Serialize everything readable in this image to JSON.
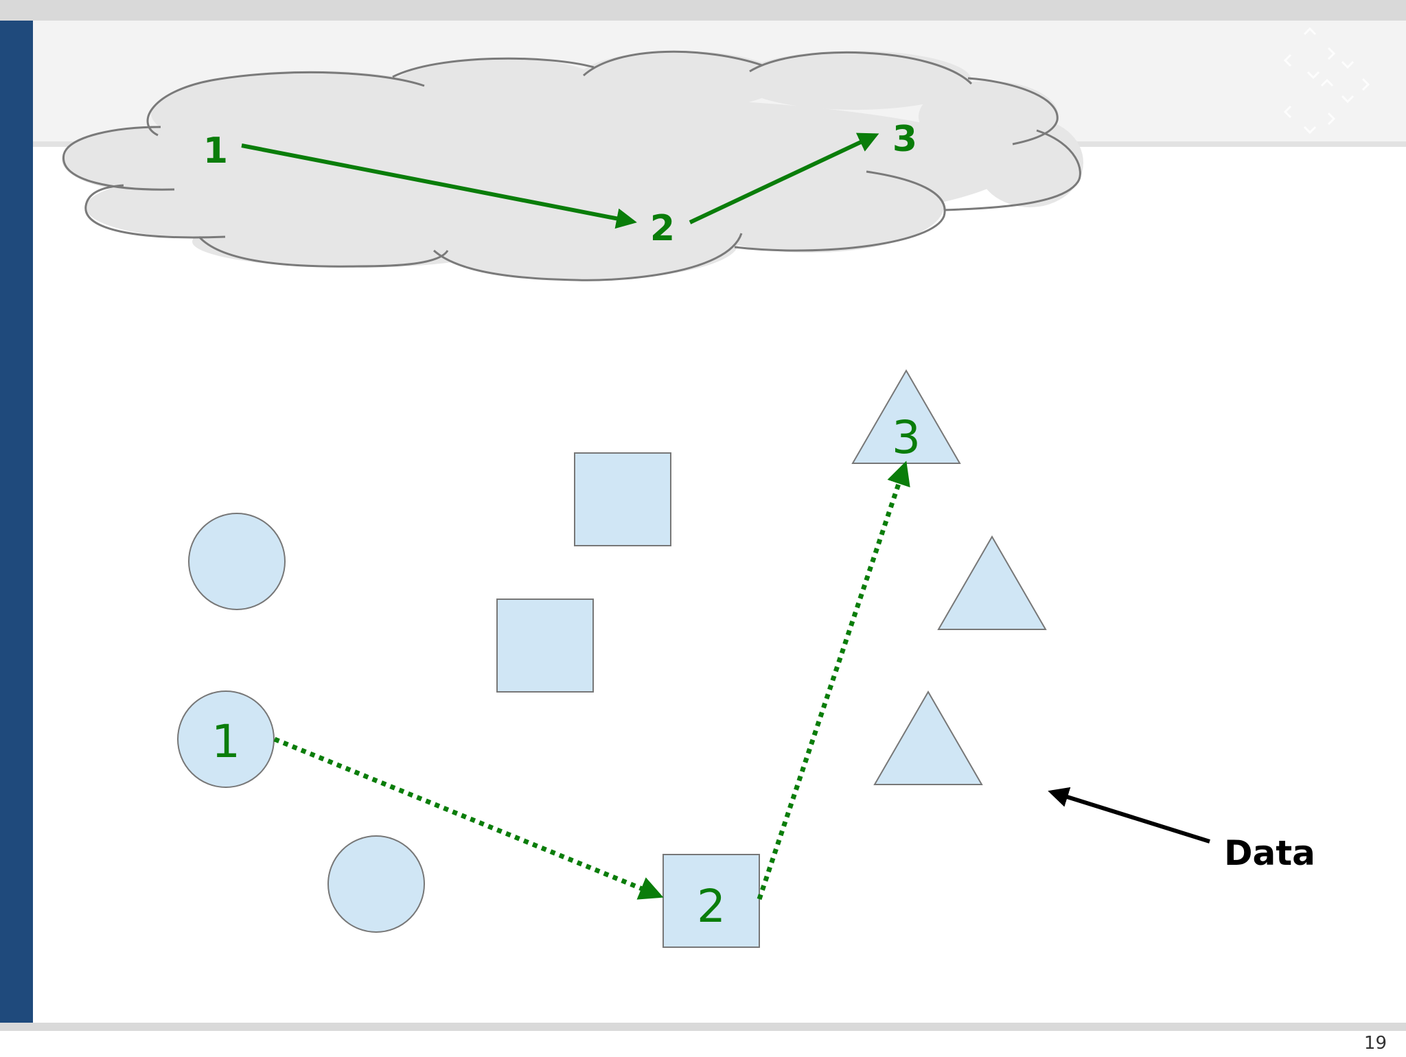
{
  "slide": {
    "page_number": "19",
    "accent_color": "#1f4a7c"
  },
  "cloud": {
    "labels": [
      "1",
      "2",
      "3"
    ],
    "arrow_color": "#0a7d0a"
  },
  "data_shapes": {
    "labels": [
      "1",
      "2",
      "3"
    ],
    "fill": "#d0e6f5",
    "stroke": "#777777",
    "path_color": "#0a7d0a"
  },
  "annotation": {
    "label": "Data"
  }
}
